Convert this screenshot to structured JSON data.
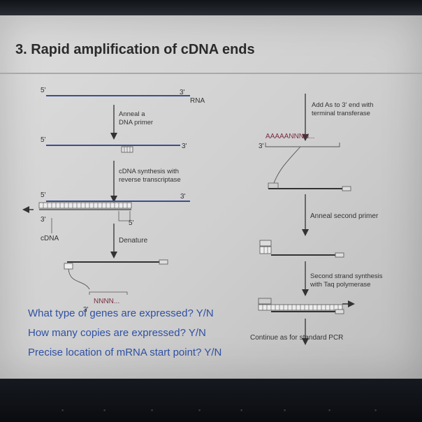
{
  "slide": {
    "title": "3. Rapid amplification of cDNA ends",
    "diagram": {
      "left": {
        "strand_5_prime_1": "5'",
        "strand_3_prime_1": "3'",
        "rna_label": "RNA",
        "step1": [
          "Anneal a",
          "DNA primer"
        ],
        "strand_5_prime_2": "5'",
        "strand_3_prime_2": "3'",
        "step2": [
          "cDNA synthesis with",
          "reverse transcriptase"
        ],
        "strand_5_prime_3": "5'",
        "strand_3_prime_3": "3'",
        "lower_3_prime": "3'",
        "lower_5_prime": "5'",
        "cdna_label": "cDNA",
        "step3": "Denature",
        "tail_seq": "NNNN...",
        "tail_3_prime": "3'"
      },
      "right": {
        "step1": [
          "Add As to 3' end with",
          "terminal transferase"
        ],
        "polya_seq": "AAAAANNNN...",
        "polya_3_prime": "3'",
        "step2": "Anneal second primer",
        "step3": [
          "Second strand synthesis",
          "with Taq polymerase"
        ],
        "step4": "Continue as for standard PCR"
      }
    }
  },
  "questions": [
    "What type of genes are expressed? Y/N",
    "How many copies are expressed?  Y/N",
    "Precise location of mRNA start point? Y/N"
  ],
  "colors": {
    "strand": "#3b4f8c",
    "primer_tail": "#7a2e44",
    "question": "#2f50a3",
    "text": "#333333"
  }
}
